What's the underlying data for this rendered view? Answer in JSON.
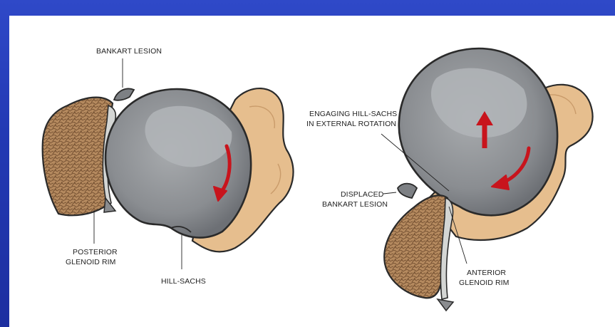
{
  "labels": {
    "bankart_lesion": "BANKART LESION",
    "posterior_glenoid_rim_1": "POSTERIOR",
    "posterior_glenoid_rim_2": "GLENOID RIM",
    "hill_sachs": "HILL-SACHS",
    "engaging_1": "ENGAGING HILL-SACHS",
    "engaging_2": "IN EXTERNAL ROTATION",
    "displaced_1": "DISPLACED",
    "displaced_2": "BANKART LESION",
    "anterior_glenoid_rim_1": "ANTERIOR",
    "anterior_glenoid_rim_2": "GLENOID RIM"
  },
  "colors": {
    "background": "#2339b4",
    "panel": "#ffffff",
    "humeral_head": "#7d8084",
    "humeral_head_highlight": "#a7aaad",
    "bone_tan": "#e3bb8c",
    "glenoid_texture": "#9a7350",
    "cartilage": "#c9cbc9",
    "arrow_red": "#c8141c"
  },
  "icons": {
    "rotation_arrow_left": "curved-arrow-icon",
    "rotation_arrow_right": "curved-arrow-icon",
    "up_arrow": "up-arrow-icon"
  }
}
